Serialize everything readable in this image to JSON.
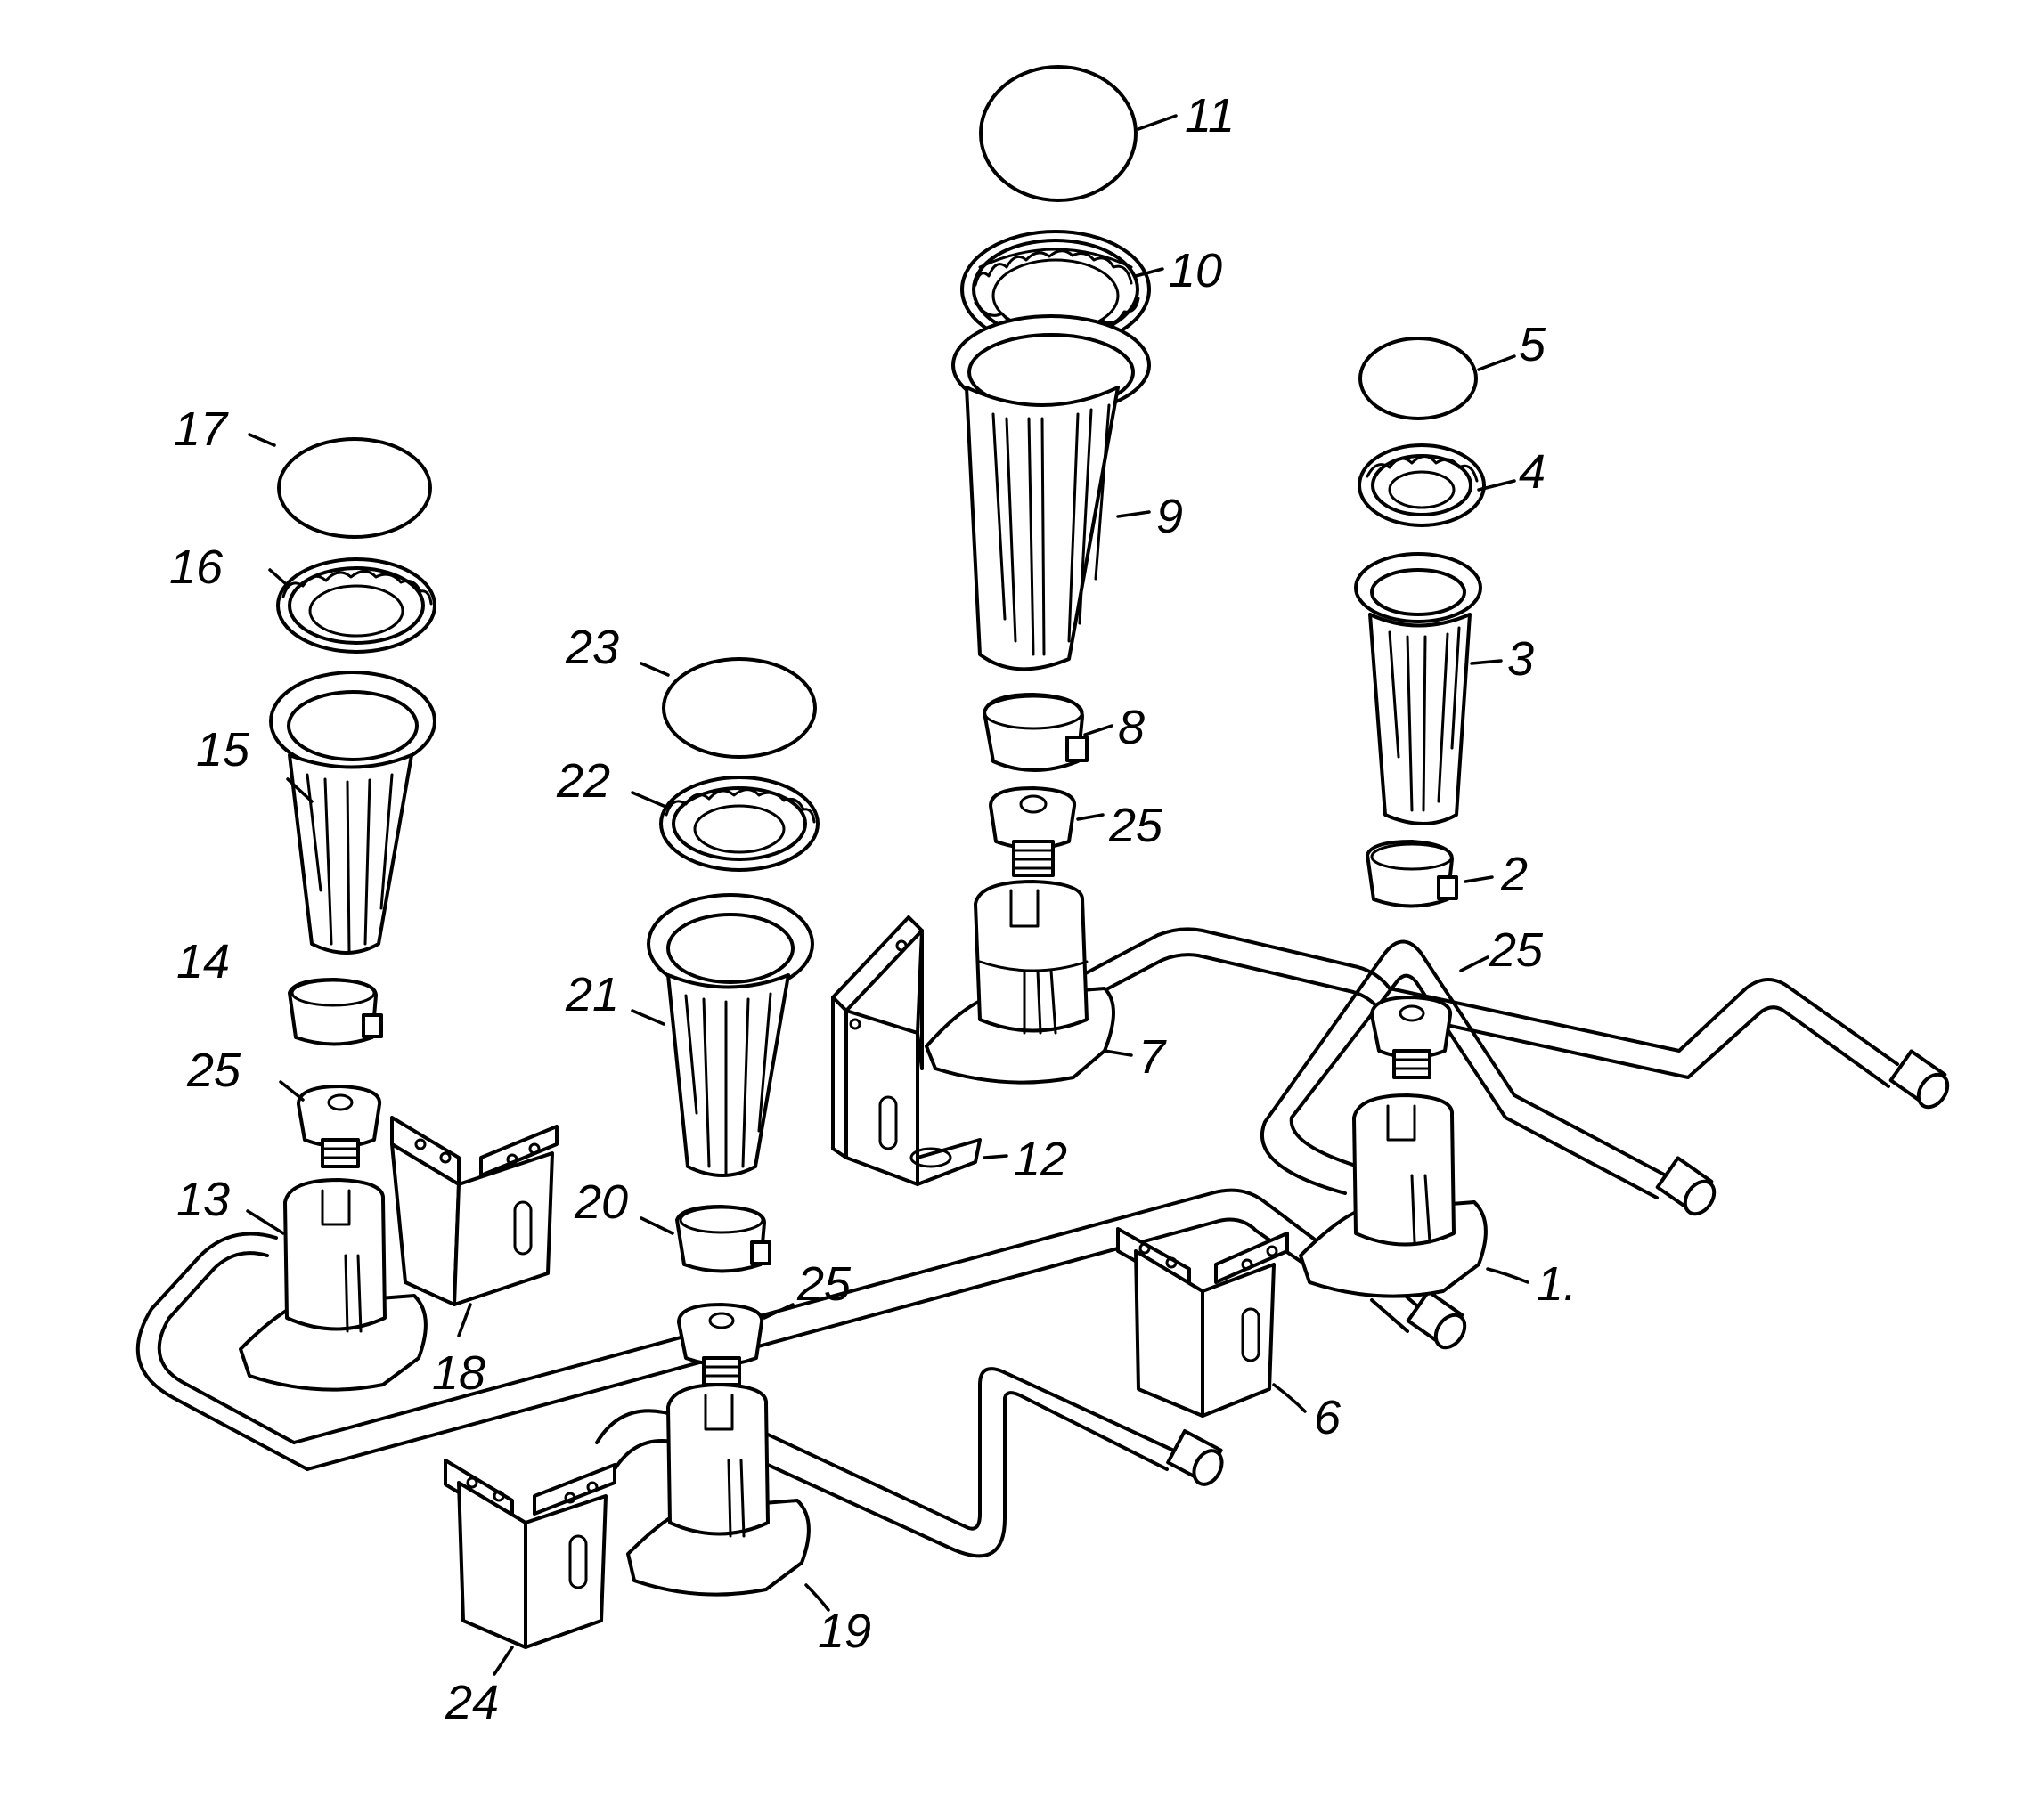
{
  "figure": {
    "labels": [
      {
        "id": "l1",
        "text": "1."
      },
      {
        "id": "l2",
        "text": "2"
      },
      {
        "id": "l3",
        "text": "3"
      },
      {
        "id": "l4",
        "text": "4"
      },
      {
        "id": "l5",
        "text": "5"
      },
      {
        "id": "l6",
        "text": "6"
      },
      {
        "id": "l7",
        "text": "7"
      },
      {
        "id": "l8",
        "text": "8"
      },
      {
        "id": "l9",
        "text": "9"
      },
      {
        "id": "l10",
        "text": "10"
      },
      {
        "id": "l11",
        "text": "11"
      },
      {
        "id": "l12",
        "text": "12"
      },
      {
        "id": "l13",
        "text": "13"
      },
      {
        "id": "l14",
        "text": "14"
      },
      {
        "id": "l15",
        "text": "15"
      },
      {
        "id": "l16",
        "text": "16"
      },
      {
        "id": "l17",
        "text": "17"
      },
      {
        "id": "l18",
        "text": "18"
      },
      {
        "id": "l19",
        "text": "19"
      },
      {
        "id": "l20",
        "text": "20"
      },
      {
        "id": "l21",
        "text": "21"
      },
      {
        "id": "l22",
        "text": "22"
      },
      {
        "id": "l23",
        "text": "23"
      },
      {
        "id": "l24",
        "text": "24"
      },
      {
        "id": "l25a",
        "text": "25"
      },
      {
        "id": "l25b",
        "text": "25"
      },
      {
        "id": "l25c",
        "text": "25"
      },
      {
        "id": "l25d",
        "text": "25"
      }
    ]
  }
}
